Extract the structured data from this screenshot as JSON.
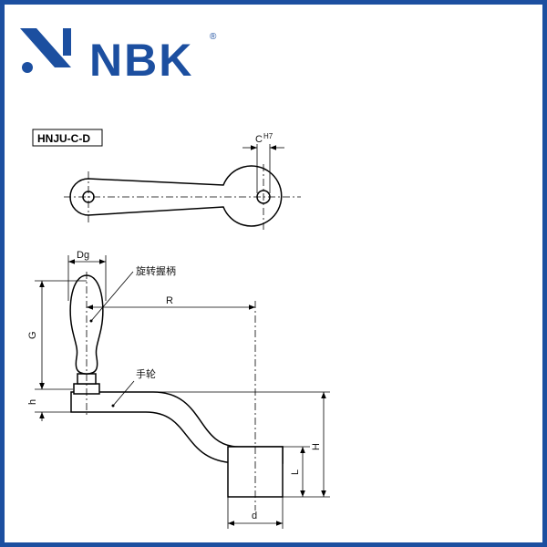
{
  "brand": {
    "name": "NBK",
    "registered_mark": "®",
    "color": "#1c4fa0"
  },
  "drawing": {
    "model_code": "HNJU-C-D",
    "labels": {
      "bore": "C",
      "bore_tolerance": "H7",
      "grip_diameter": "Dg",
      "grip_part": "旋转握柄",
      "radius": "R",
      "grip_height": "G",
      "crank_part": "手轮",
      "arm_thickness": "h",
      "overall_height": "H",
      "hub_length": "L",
      "hub_diameter": "d"
    }
  }
}
